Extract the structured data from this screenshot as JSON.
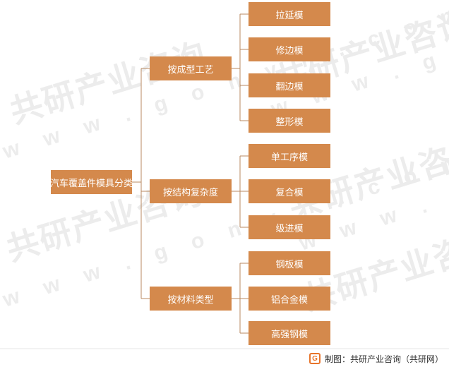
{
  "watermark": {
    "cn": "共研产业咨询",
    "en": "w w w . g o n y n . c o m"
  },
  "diagram": {
    "root": "汽车覆盖件模具分类",
    "groups": [
      {
        "label": "按成型工艺",
        "children": [
          "拉延模",
          "修边模",
          "翻边模",
          "整形模"
        ]
      },
      {
        "label": "按结构复杂度",
        "children": [
          "单工序模",
          "复合模",
          "级进模"
        ]
      },
      {
        "label": "按材料类型",
        "children": [
          "钢板模",
          "铝合金模",
          "高强钢模"
        ]
      }
    ]
  },
  "colors": {
    "node_fill": "#d4894c",
    "line": "#b88a62",
    "logo": "#e8742a"
  },
  "footer": {
    "logo_icon": "gonyn-logo-icon",
    "text": "制图：共研产业咨询（共研网）"
  }
}
